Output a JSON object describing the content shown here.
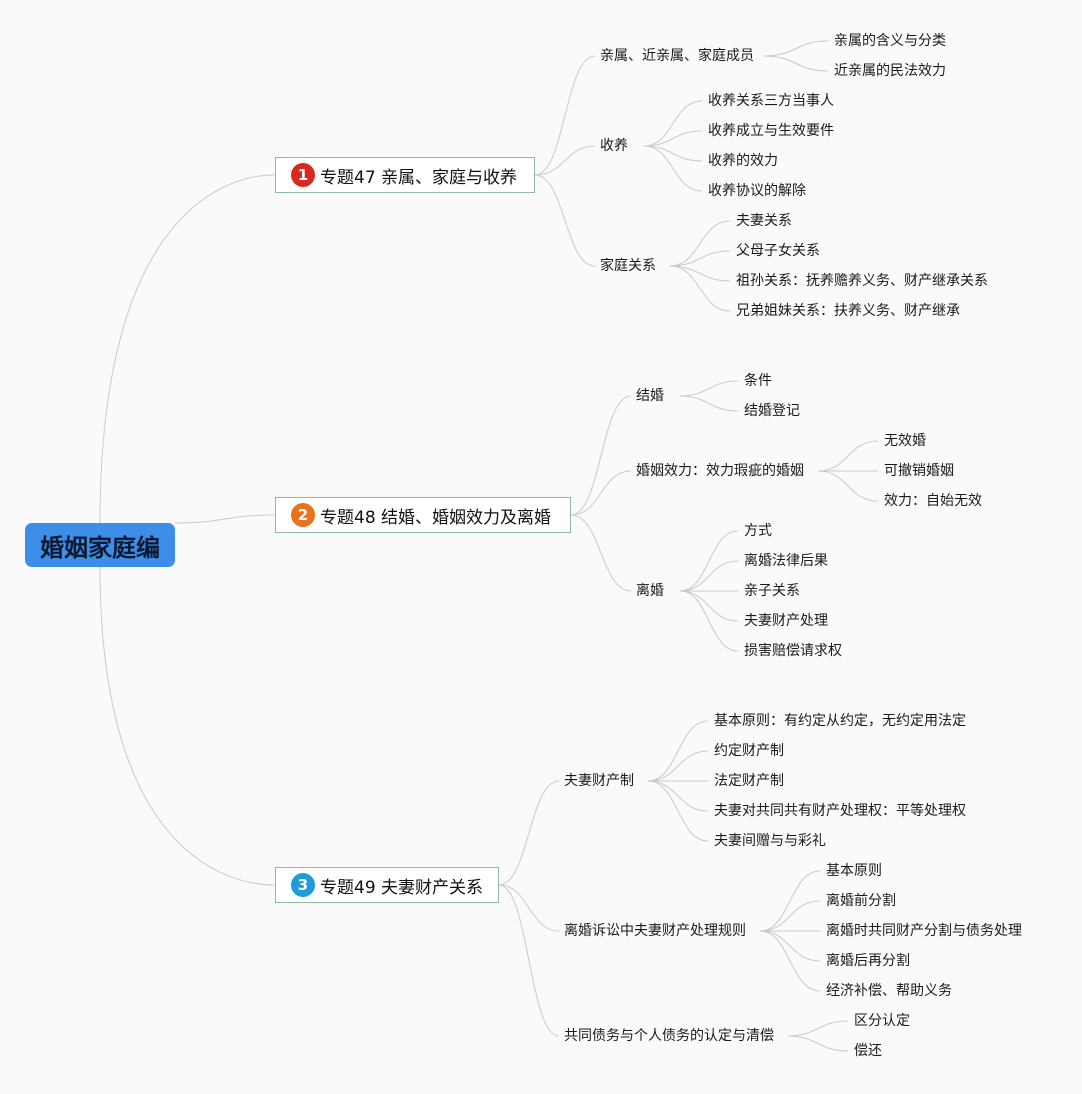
{
  "root": {
    "label": "婚姻家庭编"
  },
  "colors": {
    "root_bg": "#3d8ee8",
    "badge_1": "#d9281e",
    "badge_2": "#e8731c",
    "badge_3": "#1f9bd8",
    "topic_border": "#8fb9aa",
    "link": "#c9cbc9"
  },
  "topics": [
    {
      "badge": "1",
      "label": "专题47 亲属、家庭与收养",
      "children": [
        {
          "label": "亲属、近亲属、家庭成员",
          "children": [
            "亲属的含义与分类",
            "近亲属的民法效力"
          ]
        },
        {
          "label": "收养",
          "children": [
            "收养关系三方当事人",
            "收养成立与生效要件",
            "收养的效力",
            "收养协议的解除"
          ]
        },
        {
          "label": "家庭关系",
          "children": [
            "夫妻关系",
            "父母子女关系",
            "祖孙关系：抚养赡养义务、财产继承关系",
            "兄弟姐妹关系：扶养义务、财产继承"
          ]
        }
      ]
    },
    {
      "badge": "2",
      "label": "专题48 结婚、婚姻效力及离婚",
      "children": [
        {
          "label": "结婚",
          "children": [
            "条件",
            "结婚登记"
          ]
        },
        {
          "label": "婚姻效力：效力瑕疵的婚姻",
          "children": [
            "无效婚",
            "可撤销婚姻",
            "效力：自始无效"
          ]
        },
        {
          "label": "离婚",
          "children": [
            "方式",
            "离婚法律后果",
            "亲子关系",
            "夫妻财产处理",
            "损害赔偿请求权"
          ]
        }
      ]
    },
    {
      "badge": "3",
      "label": "专题49 夫妻财产关系",
      "children": [
        {
          "label": "夫妻财产制",
          "children": [
            "基本原则：有约定从约定，无约定用法定",
            "约定财产制",
            "法定财产制",
            "夫妻对共同共有财产处理权：平等处理权",
            "夫妻间赠与与彩礼"
          ]
        },
        {
          "label": "离婚诉讼中夫妻财产处理规则",
          "children": [
            "基本原则",
            "离婚前分割",
            "离婚时共同财产分割与债务处理",
            "离婚后再分割",
            "经济补偿、帮助义务"
          ]
        },
        {
          "label": "共同债务与个人债务的认定与清偿",
          "children": [
            "区分认定",
            "偿还"
          ]
        }
      ]
    }
  ]
}
